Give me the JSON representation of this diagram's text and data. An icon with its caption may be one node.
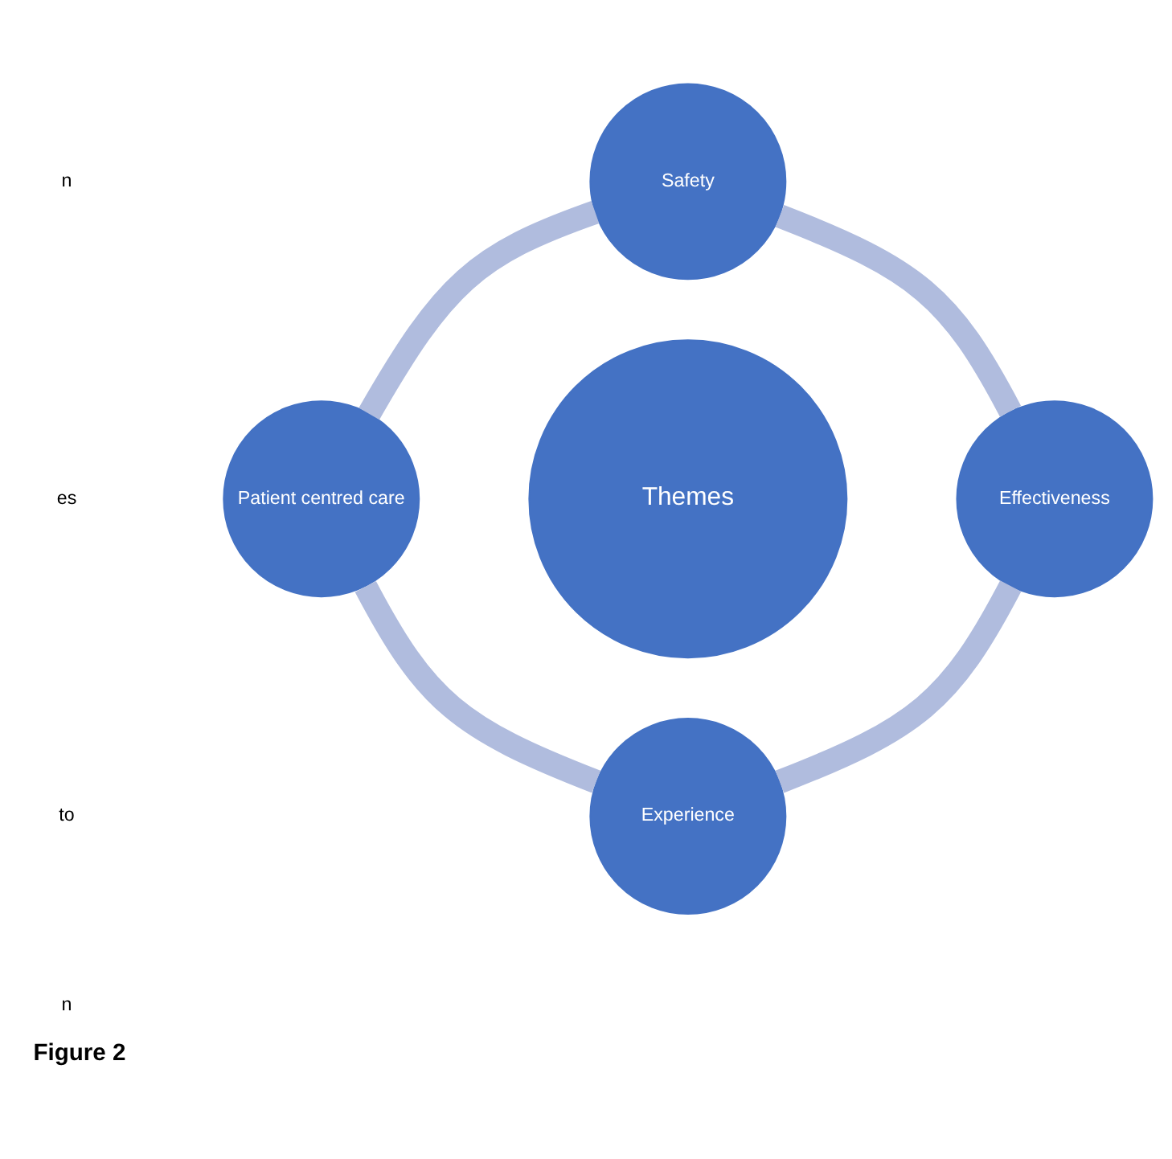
{
  "diagram": {
    "caption": "Figure 2",
    "nodes": [
      {
        "text": [
          "Safety"
        ]
      },
      {
        "text": [
          "Patient centred care"
        ]
      },
      {
        "text": [
          "Themes"
        ]
      },
      {
        "text": [
          "Effectiveness"
        ]
      },
      {
        "text": [
          "Experience"
        ]
      }
    ],
    "edges": [
      {
        "from": 0,
        "to": 3,
        "arrow": "none"
      },
      {
        "from": 3,
        "to": 4,
        "arrow": "none"
      },
      {
        "from": 4,
        "to": 1,
        "arrow": "none"
      },
      {
        "from": 1,
        "to": 0,
        "arrow": "none"
      }
    ],
    "labels": [
      "n",
      "es",
      "to",
      "n"
    ]
  }
}
